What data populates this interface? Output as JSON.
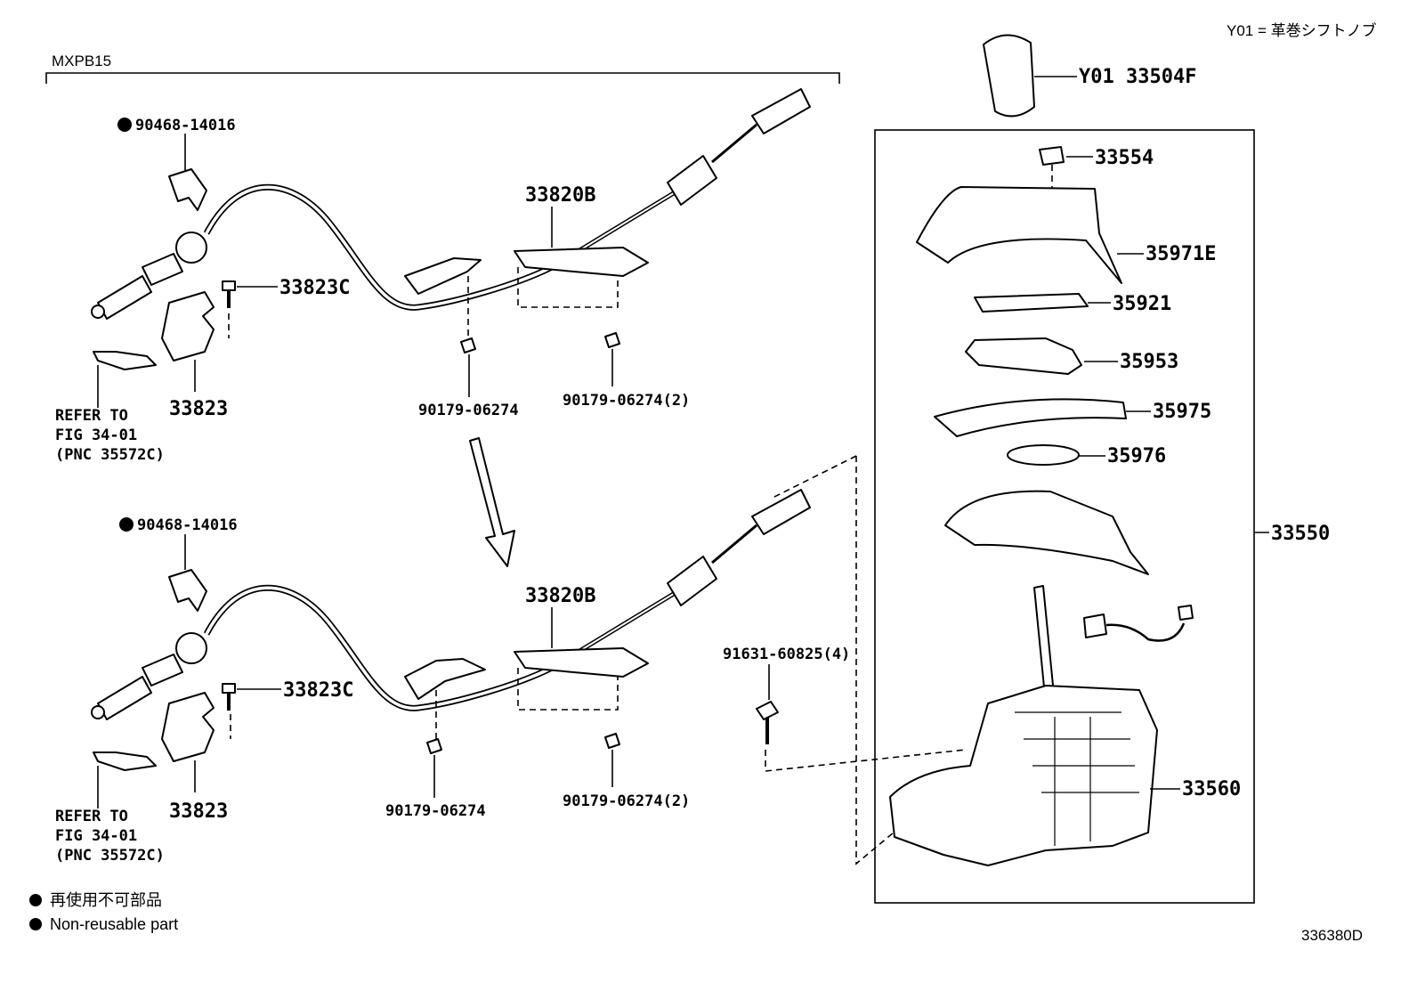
{
  "header": {
    "model_code": "MXPB15",
    "option_note": "Y01 = 革巻シフトノブ"
  },
  "callouts": {
    "knob": "Y01 33504F",
    "c33554": "33554",
    "c35971e": "35971E",
    "c35921": "35921",
    "c35953": "35953",
    "c35975": "35975",
    "c35976": "35976",
    "c33550": "33550",
    "c33560": "33560",
    "bolt": "91631-60825(4)",
    "top_clip": "90468-14016",
    "top_33820b": "33820B",
    "top_33823c": "33823C",
    "top_33823": "33823",
    "top_nut1": "90179-06274",
    "top_nut2": "90179-06274(2)",
    "top_refer": [
      "REFER TO",
      "FIG 34-01",
      "(PNC 35572C)"
    ],
    "bot_clip": "90468-14016",
    "bot_33820b": "33820B",
    "bot_33823c": "33823C",
    "bot_33823": "33823",
    "bot_nut1": "90179-06274",
    "bot_nut2": "90179-06274(2)",
    "bot_refer": [
      "REFER TO",
      "FIG 34-01",
      "(PNC 35572C)"
    ]
  },
  "legend": {
    "jp": "再使用不可部品",
    "en": "Non-reusable part"
  },
  "figure_id": "336380D"
}
